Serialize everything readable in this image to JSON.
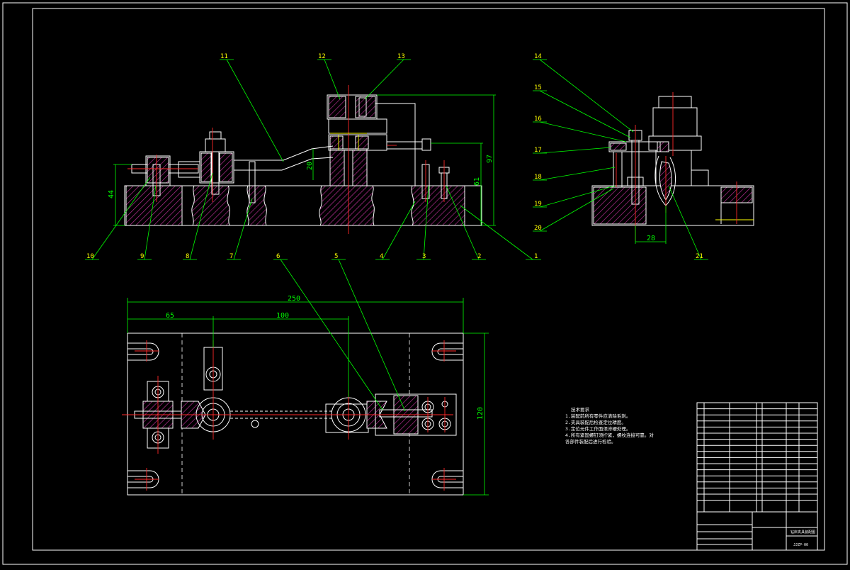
{
  "drawing": {
    "part_labels": [
      "1",
      "2",
      "3",
      "4",
      "5",
      "6",
      "7",
      "8",
      "9",
      "10",
      "11",
      "12",
      "13",
      "14",
      "15",
      "16",
      "17",
      "18",
      "19",
      "20",
      "21"
    ],
    "dimensions": {
      "front_height_total": "97",
      "front_height_mid": "61",
      "front_height_left": "44",
      "front_gap": "20",
      "side_width": "28",
      "plan_length": "250",
      "plan_offset_a": "65",
      "plan_offset_b": "100",
      "plan_width": "120"
    },
    "notes": {
      "title": "技术要求",
      "lines": [
        "1.装配前所有零件应清除毛刺。",
        "2.夹具装配后检查定位精度。",
        "3.定位元件工作面须淬硬处理。",
        "4.所有紧固螺钉须拧紧，螺纹连接可靠。对",
        "各部件装配后进行检验。"
      ]
    },
    "title_block": {
      "drawing_name": "钻床夹具装配图",
      "drawing_no": "JJZP-00"
    }
  },
  "colors": {
    "outline": "#ffffff",
    "leader": "#00ff00",
    "centerline": "#ff2a2a",
    "label": "#ffff00",
    "hatch": "#c0309a"
  }
}
